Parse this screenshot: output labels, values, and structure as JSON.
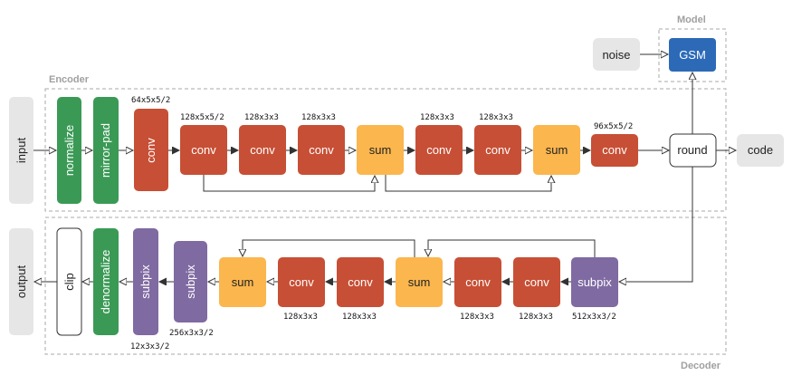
{
  "sections": {
    "model": "Model",
    "encoder": "Encoder",
    "decoder": "Decoder"
  },
  "colors": {
    "conv": "#c74f35",
    "sum": "#fbb64e",
    "norm": "#3a9a55",
    "subpix": "#7f6aa2",
    "gsm": "#2c6ab8",
    "io": "#e6e6e6",
    "border": "#aaaaaa"
  },
  "encoder": {
    "input": "input",
    "normalize": "normalize",
    "mirror_pad": "mirror-pad",
    "conv1": "conv",
    "conv1_param": "64x5x5/2",
    "conv2": "conv",
    "conv2_param": "128x5x5/2",
    "conv3": "conv",
    "conv3_param": "128x3x3",
    "conv4": "conv",
    "conv4_param": "128x3x3",
    "sum1": "sum",
    "conv5": "conv",
    "conv5_param": "128x3x3",
    "conv6": "conv",
    "conv6_param": "128x3x3",
    "sum2": "sum",
    "conv7": "conv",
    "conv7_param": "96x5x5/2",
    "round": "round",
    "code": "code"
  },
  "model": {
    "noise": "noise",
    "gsm": "GSM"
  },
  "decoder": {
    "output": "output",
    "clip": "clip",
    "denormalize": "denormalize",
    "subpix1": "subpix",
    "subpix1_param": "12x3x3/2",
    "subpix2": "subpix",
    "subpix2_param": "256x3x3/2",
    "sum1": "sum",
    "conv1": "conv",
    "conv1_param": "128x3x3",
    "conv2": "conv",
    "conv2_param": "128x3x3",
    "sum2": "sum",
    "conv3": "conv",
    "conv3_param": "128x3x3",
    "conv4": "conv",
    "conv4_param": "128x3x3",
    "subpix3": "subpix",
    "subpix3_param": "512x3x3/2"
  }
}
